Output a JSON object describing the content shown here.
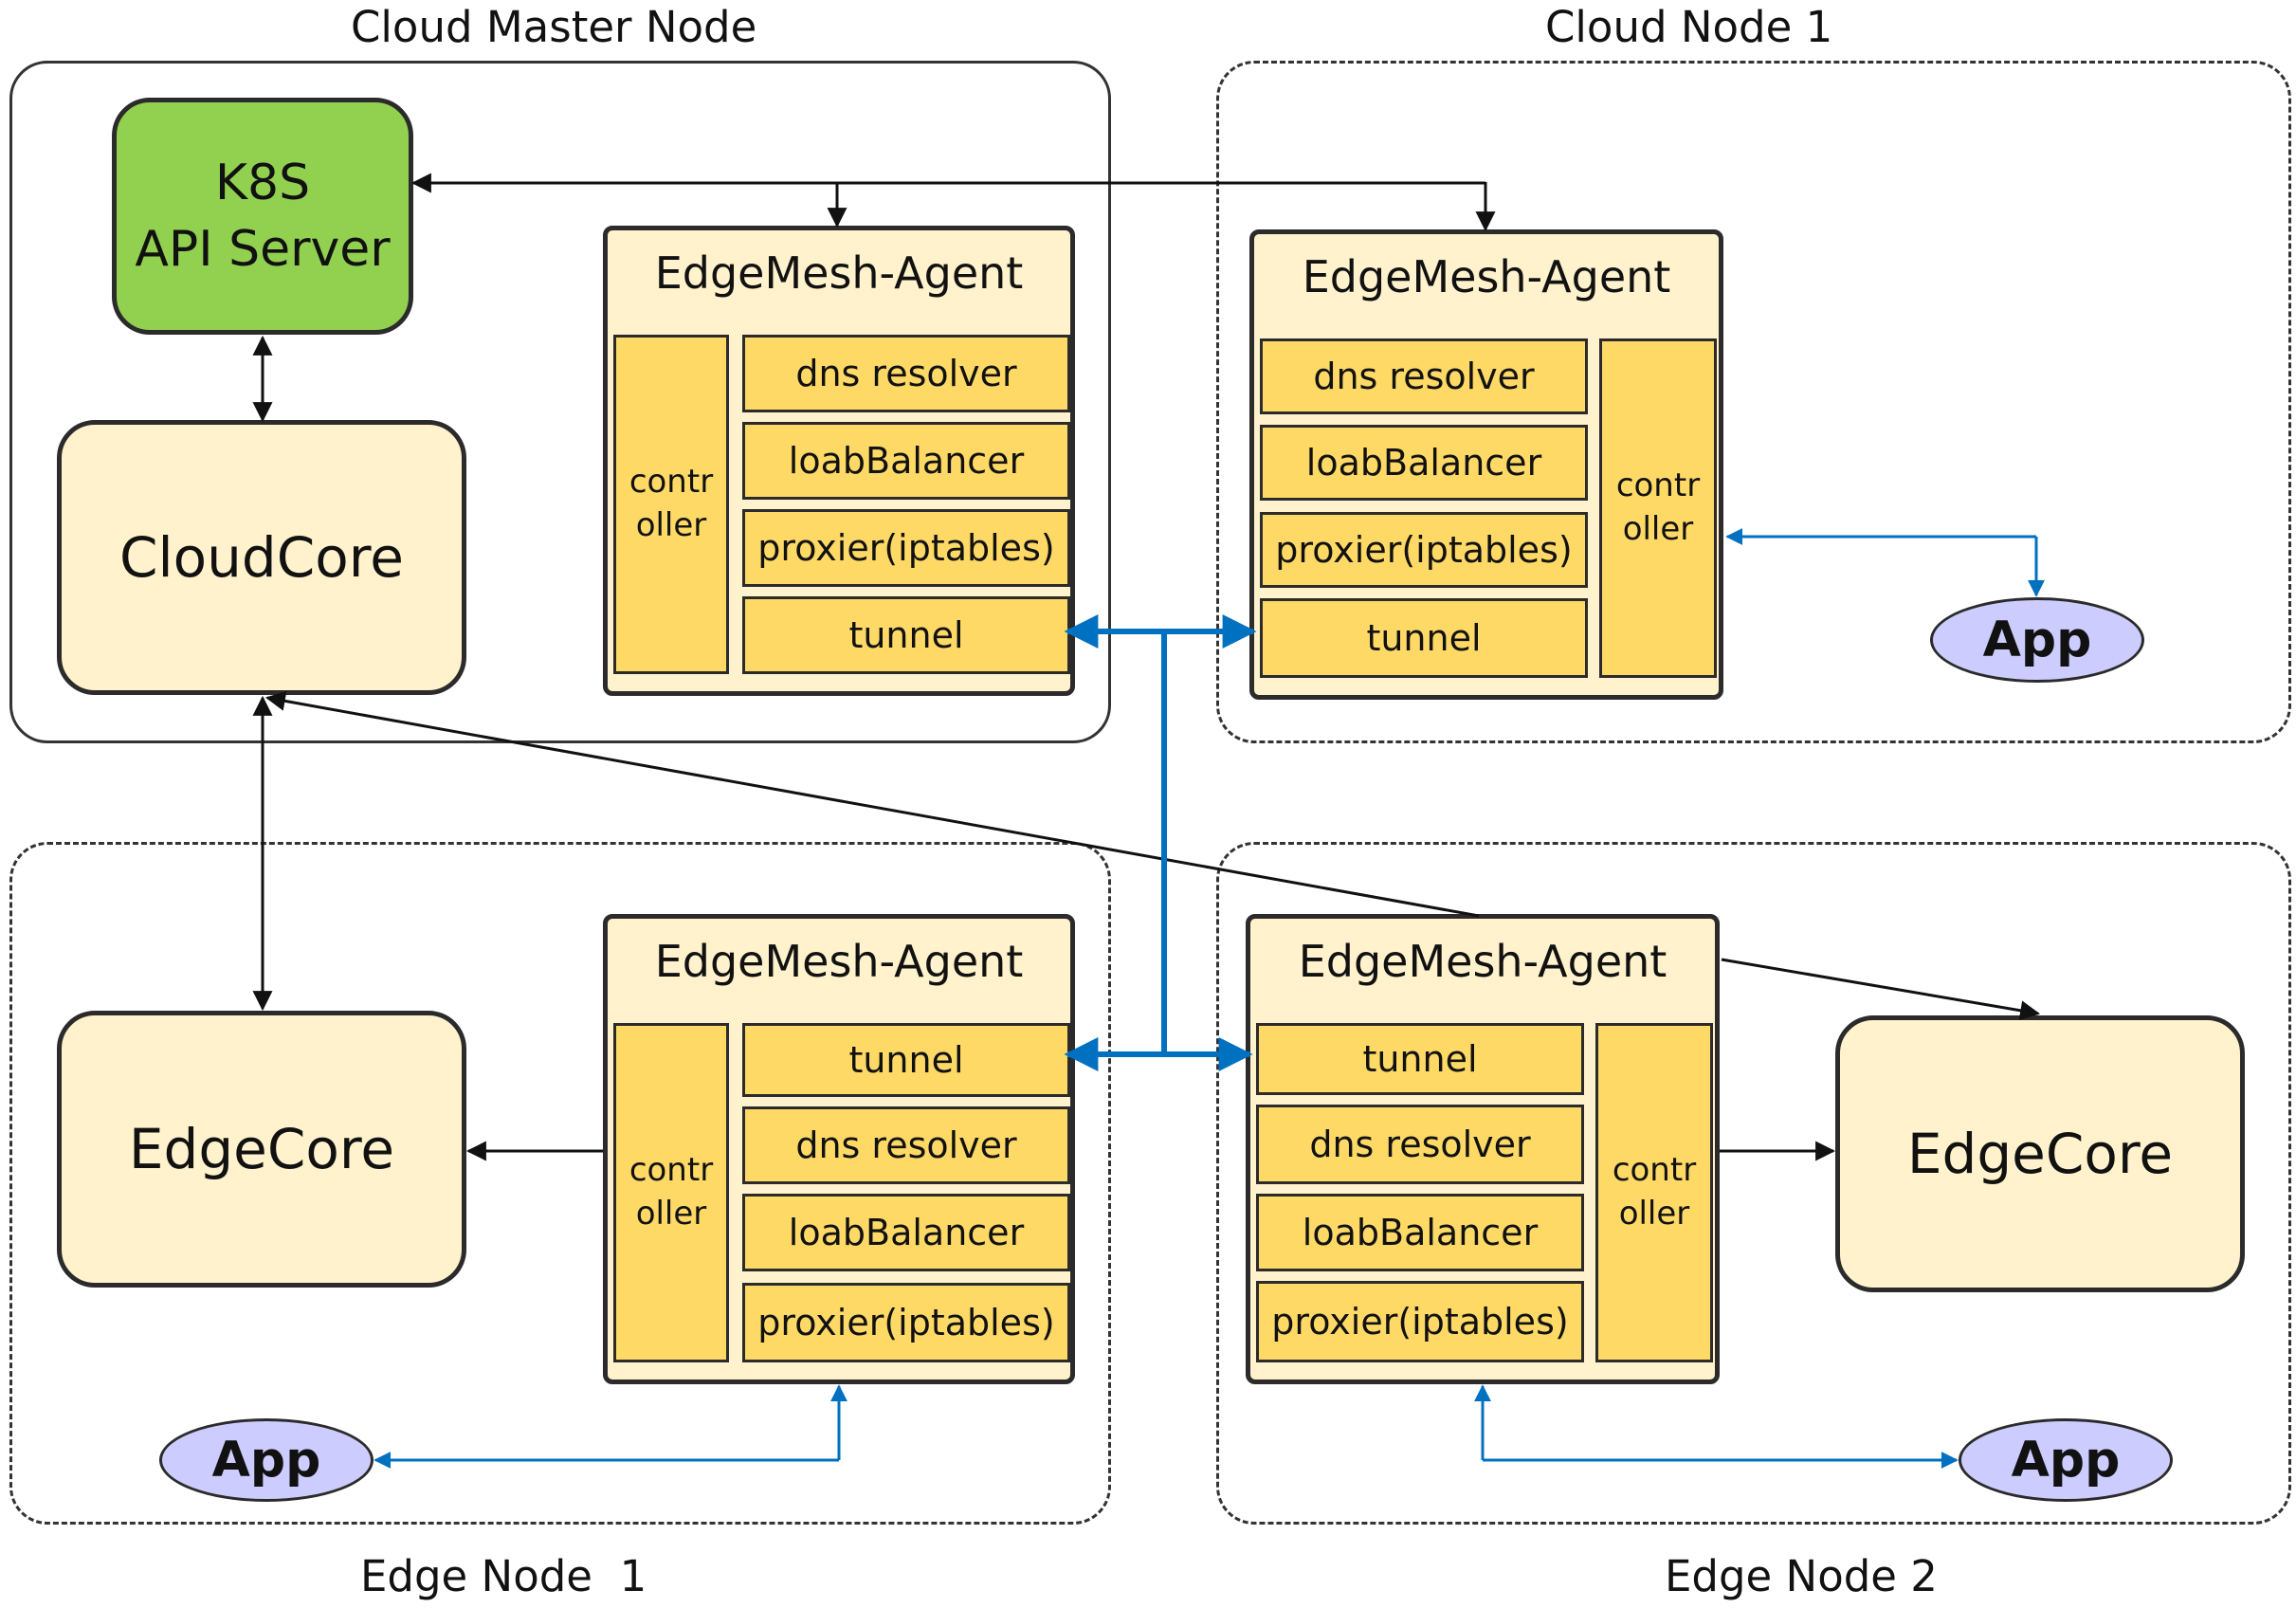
{
  "regions": {
    "cloud_master": "Cloud Master Node",
    "cloud_node1": "Cloud Node 1",
    "edge_node1": "Edge Node  1",
    "edge_node2": "Edge Node 2"
  },
  "k8s": {
    "line1": "K8S",
    "line2": "API Server"
  },
  "cloudcore": "CloudCore",
  "edgecore": "EdgeCore",
  "agent_title": "EdgeMesh-Agent",
  "components": {
    "dns": "dns resolver",
    "lb": "loabBalancer",
    "proxier": "proxier(iptables)",
    "tunnel": "tunnel",
    "controller_l1": "contr",
    "controller_l2": "oller"
  },
  "app": "App",
  "colors": {
    "green": "#92d050",
    "cream": "#fff2cc",
    "yellow": "#ffd966",
    "app": "#ccccff",
    "blue": "#0070c0"
  }
}
